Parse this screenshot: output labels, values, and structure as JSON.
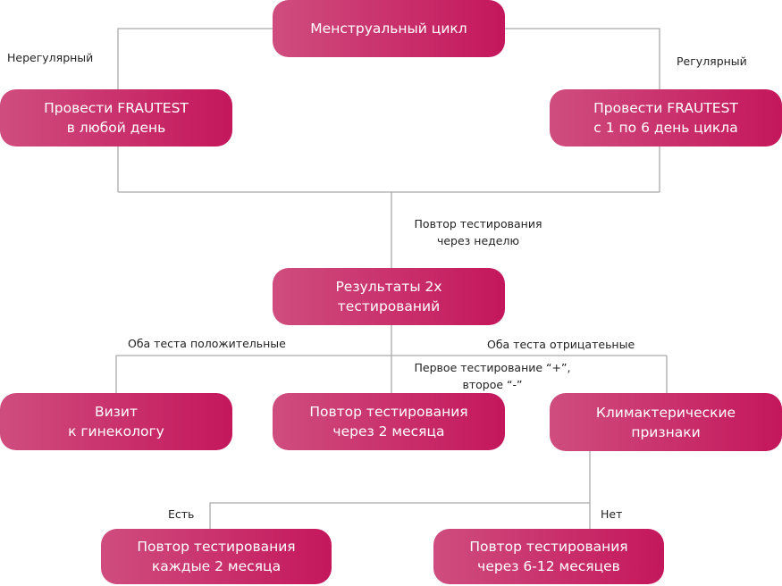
{
  "nodes": {
    "cycle": "Менструальный цикл",
    "any_day": "Провести FRAUTEST\nв любой день",
    "day_1_6": "Провести FRAUTEST\nс 1 по 6 день цикла",
    "results": "Результаты 2х\nтестирований",
    "visit": "Визит\nк гинекологу",
    "repeat_2m": "Повтор тестирования\nчерез 2 месяца",
    "climacteric": "Климактерические\nпризнаки",
    "repeat_every_2m": "Повтор тестирования\nкаждые 2 месяца",
    "repeat_6_12m": "Повтор тестирования\nчерез 6-12 месяцев"
  },
  "labels": {
    "irregular": "Нерегулярный",
    "regular": "Регулярный",
    "repeat_week": "Повтор тестирования\nчерез неделю",
    "both_positive": "Оба теста положительные",
    "both_negative": "Оба теста отрицатеьные",
    "mixed": "Первое тестирование “+”,\nвторое “-”",
    "yes": "Есть",
    "no": "Нет"
  },
  "colors": {
    "box_start": "#cf4d7e",
    "box_end": "#c4175c",
    "line": "#a9a9a9"
  }
}
